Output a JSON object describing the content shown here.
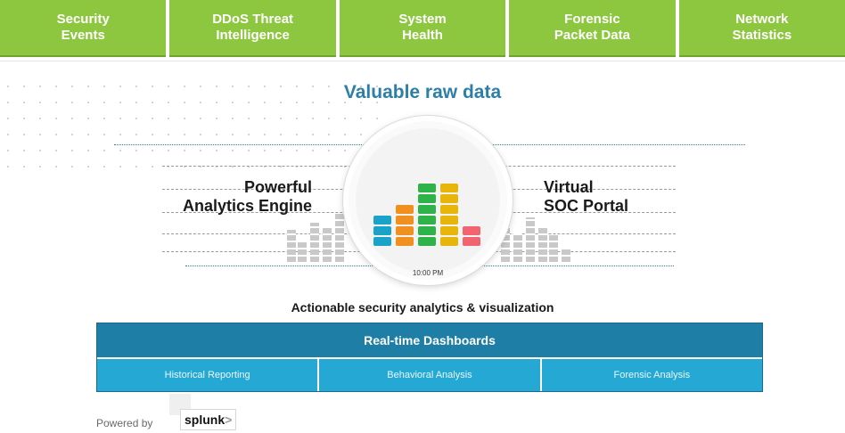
{
  "nav": {
    "tabs": [
      {
        "label": "Security\nEvents"
      },
      {
        "label": "DDoS Threat\nIntelligence"
      },
      {
        "label": "System\nHealth"
      },
      {
        "label": "Forensic\nPacket Data"
      },
      {
        "label": "Network\nStatistics"
      }
    ]
  },
  "headline": "Valuable raw data",
  "left_label": "Powerful\nAnalytics Engine",
  "right_label": "Virtual\nSOC Portal",
  "gauge": {
    "time": "10:00 PM",
    "columns": [
      {
        "color": "#1aa3c8",
        "cells": 3
      },
      {
        "color": "#f0901e",
        "cells": 4
      },
      {
        "color": "#2db34a",
        "cells": 6
      },
      {
        "color": "#e8b60b",
        "cells": 6
      },
      {
        "color": "#f26470",
        "cells": 2
      }
    ]
  },
  "subheading": "Actionable security analytics & visualization",
  "dashboard": {
    "title": "Real-time Dashboards",
    "items": [
      "Historical Reporting",
      "Behavioral Analysis",
      "Forensic Analysis"
    ]
  },
  "footer": {
    "powered_by": "Powered by",
    "logo_text": "splunk",
    "logo_chevron": ">"
  },
  "colors": {
    "nav_green": "#8dc63f",
    "headline_blue": "#2c7fa6",
    "panel_dark": "#1f7ea6",
    "panel_light": "#26a8d4"
  }
}
